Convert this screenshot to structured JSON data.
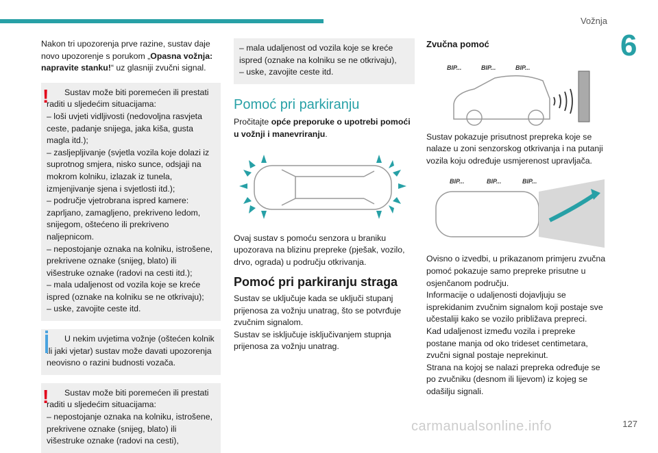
{
  "header": {
    "section": "Vožnja",
    "chapter": "6"
  },
  "col1": {
    "intro_before": "Nakon tri upozorenja prve razine, sustav daje novo upozorenje s porukom „",
    "intro_bold": "Opasna vožnja: napravite stanku!",
    "intro_after": "“ uz glasniji zvučni signal.",
    "warning1": {
      "lead": "Sustav može biti poremećen ili prestati raditi u sljedećim situacijama:",
      "items": [
        "– loši uvjeti vidljivosti (nedovoljna rasvjeta ceste, padanje snijega, jaka kiša, gusta magla itd.);",
        "– zasljepljivanje (svjetla vozila koje dolazi iz suprotnog smjera, nisko sunce, odsjaji na mokrom kolniku, izlazak iz tunela, izmjenjivanje sjena i svjetlosti itd.);",
        "– područje vjetrobrana ispred kamere: zaprljano, zamagljeno, prekriveno ledom, snijegom, oštećeno ili prekriveno naljepnicom.",
        "– nepostojanje oznaka na kolniku, istrošene, prekrivene oznake (snijeg, blato) ili višestruke oznake (radovi na cesti itd.);",
        "– mala udaljenost od vozila koje se kreće ispred (oznake na kolniku se ne otkrivaju);",
        "– uske, zavojite ceste itd."
      ]
    },
    "info": "U nekim uvjetima vožnje (oštećen kolnik ili jaki vjetar) sustav može davati upozorenja neovisno o razini budnosti vozača.",
    "warning2": {
      "lead": "Sustav može biti poremećen ili prestati raditi u sljedećim situacijama:",
      "items": [
        "– nepostojanje oznaka na kolniku, istrošene, prekrivene oznake (snijeg, blato) ili višestruke oznake (radovi na cesti),"
      ]
    }
  },
  "col2": {
    "cont_items": [
      "– mala udaljenost od vozila koje se kreće ispred (oznake na kolniku se ne otkrivaju),",
      "– uske, zavojite ceste itd."
    ],
    "heading": "Pomoć pri parkiranju",
    "read_before": "Pročitajte ",
    "read_bold": "opće preporuke o upotrebi pomoći u vožnji i manevriranju",
    "read_after": ".",
    "para1": "Ovaj sustav s pomoću senzora u braniku upozorava na blizinu prepreke (pješak, vozilo, drvo, ograda) u području otkrivanja.",
    "subheading": "Pomoć pri parkiranju straga",
    "para2_lines": [
      "Sustav se uključuje kada se uključi stupanj prijenosa za vožnju unatrag, što se potvrđuje zvučnim signalom.",
      "Sustav se isključuje isključivanjem stupnja prijenosa za vožnju unatrag."
    ]
  },
  "col3": {
    "heading": "Zvučna pomoć",
    "bip_labels": [
      "BIP...",
      "BIP...",
      "BIP..."
    ],
    "para1": "Sustav pokazuje prisutnost prepreka koje se nalaze u zoni senzorskog otkrivanja i na putanji vozila koju određuje usmjerenost upravljača.",
    "para2_lines": [
      "Ovisno o izvedbi, u prikazanom primjeru zvučna pomoć pokazuje samo prepreke prisutne u osjenčanom području.",
      "Informacije o udaljenosti dojavljuju se isprekidanim zvučnim signalom koji postaje sve učestaliji kako se vozilo približava prepreci.",
      "Kad udaljenost između vozila i prepreke postane manja od oko trideset centimetara, zvučni signal postaje neprekinut.",
      "Strana na kojoj se nalazi prepreka određuje se po zvučniku (desnom ili lijevom) iz kojeg se odašilju signali."
    ]
  },
  "footer": {
    "page": "127",
    "watermark": "carmanualsonline.info"
  },
  "colors": {
    "accent": "#27a0a6",
    "warning": "#e2001a",
    "info": "#4aa3df",
    "note_bg": "#eeeeee"
  }
}
